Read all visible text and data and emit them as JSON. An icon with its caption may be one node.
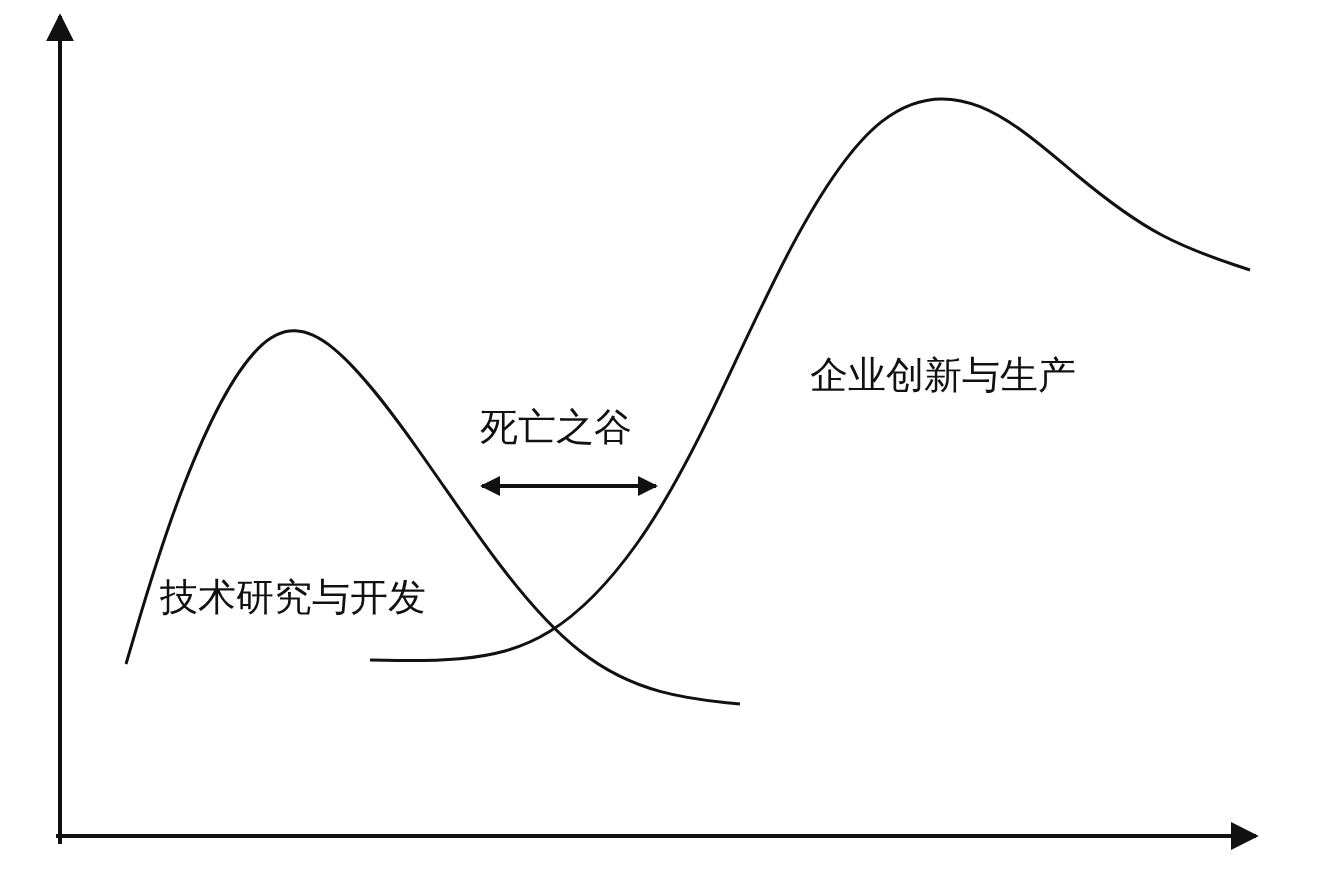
{
  "diagram": {
    "labels": [
      "企业创新与生产",
      "死亡之谷",
      "技术研究与开发"
    ]
  }
}
